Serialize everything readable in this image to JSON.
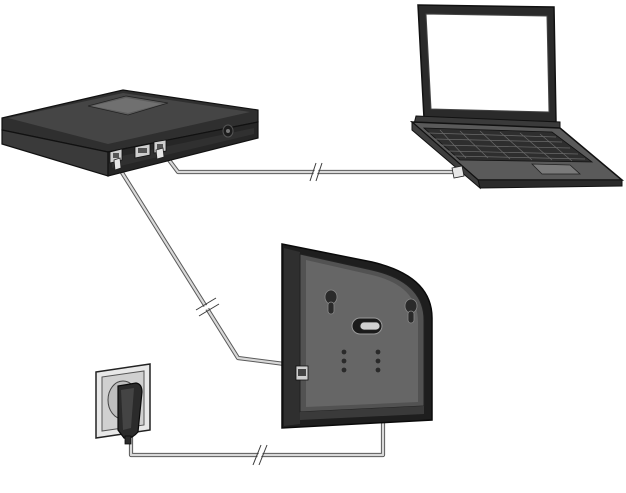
{
  "diagram": {
    "devices": [
      {
        "id": "router",
        "icon": "router-icon"
      },
      {
        "id": "laptop",
        "icon": "laptop-icon"
      },
      {
        "id": "base-station",
        "icon": "base-station-icon"
      },
      {
        "id": "power-socket",
        "icon": "power-socket-icon"
      },
      {
        "id": "power-adapter",
        "icon": "power-adapter-icon"
      }
    ],
    "connections": [
      {
        "from": "router",
        "to": "laptop",
        "type": "ethernet-cable"
      },
      {
        "from": "router",
        "to": "base-station",
        "type": "ethernet-cable"
      },
      {
        "from": "power-adapter",
        "to": "base-station",
        "type": "power-cable"
      }
    ],
    "colors": {
      "device_dark": "#3b3b3b",
      "device_mid": "#6d6d6d",
      "device_light": "#a8a8a8",
      "cable_outline": "#5a5a5a",
      "cable_fill": "#d9d9d9",
      "background": "#ffffff"
    }
  }
}
